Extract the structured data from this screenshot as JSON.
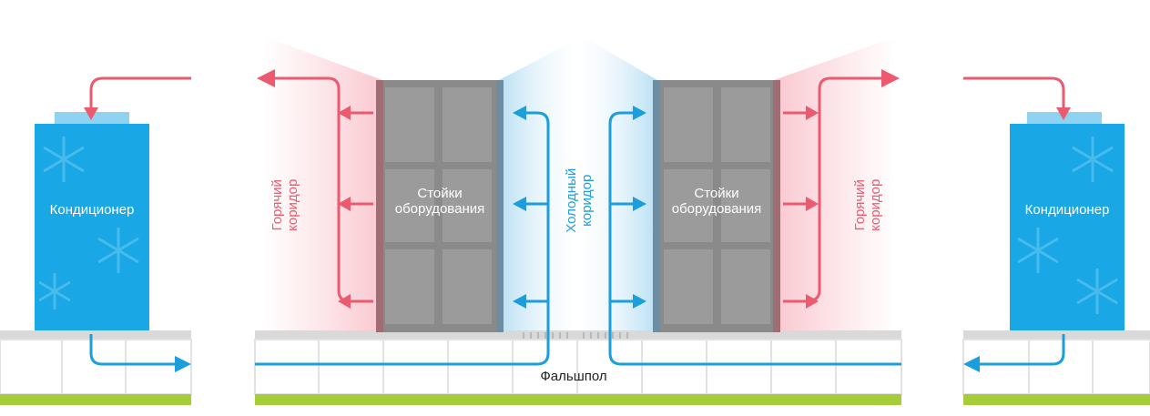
{
  "labels": {
    "ac_left": "Кондиционер",
    "ac_right": "Кондиционер",
    "rack_left": "Стойки\nоборудования",
    "rack_right": "Стойки\nоборудования",
    "hot_left": "Горячий\nкоридор",
    "cold_center": "Холодный\nкоридор",
    "hot_right": "Горячий\nкоридор",
    "raised_floor": "Фальшпол"
  },
  "colors": {
    "hot_air": "#ec5a6f",
    "cold_air": "#1a9fdc",
    "ac_unit": "#1aa7e6",
    "ac_top": "#8fd3f0",
    "rack_fill": "#8c8c8c",
    "floor_grass": "#a5cd39",
    "floor_tile": "#e4e4e4"
  },
  "icons": [
    "snowflake-icon",
    "arrow-icon"
  ]
}
